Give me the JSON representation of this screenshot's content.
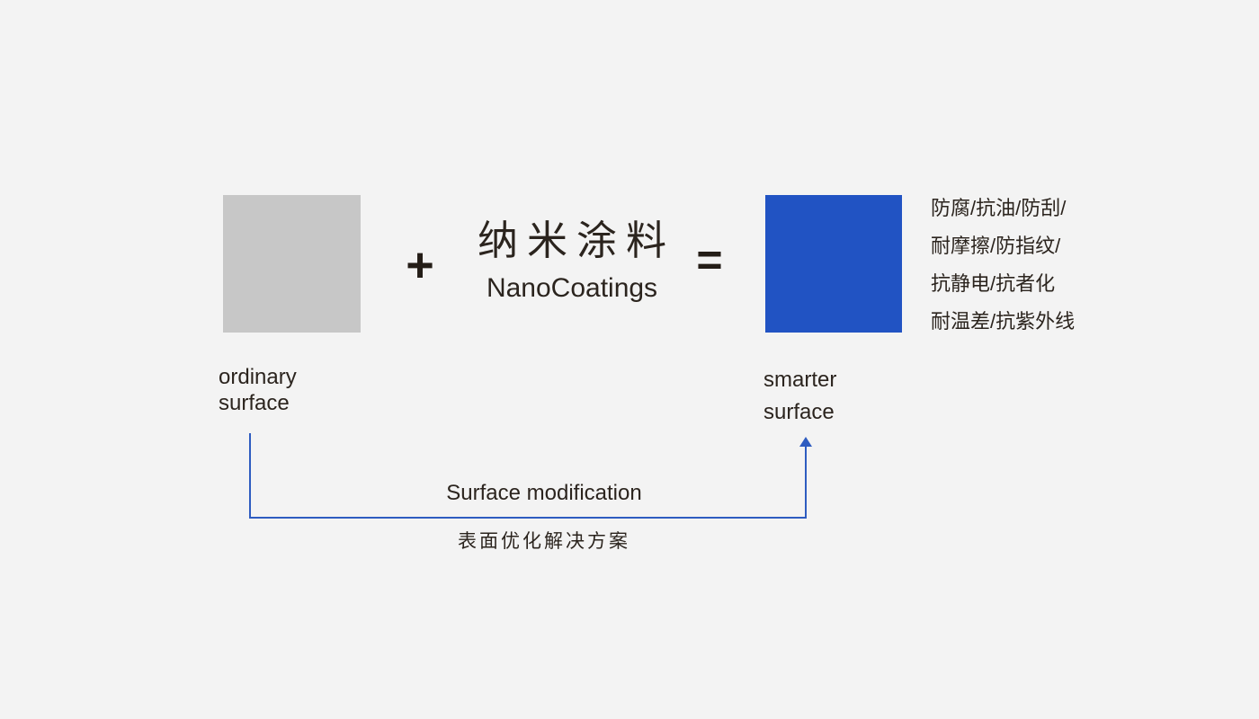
{
  "colors": {
    "background": "#f3f3f3",
    "ordinary_square": "#c7c7c7",
    "smarter_square": "#2153c3",
    "arrow_line": "#2e5cc0",
    "text": "#2b241e"
  },
  "equation": {
    "plus_sign": "+",
    "equals_sign": "=",
    "coating_name_zh": "纳米涂料",
    "coating_name_en": "NanoCoatings"
  },
  "labels": {
    "ordinary_line1": "ordinary",
    "ordinary_line2": "surface",
    "smarter_line1": "smarter",
    "smarter_line2": "surface"
  },
  "features": [
    "防腐/抗油/防刮/",
    "耐摩擦/防指纹/",
    "抗静电/抗者化",
    "耐温差/抗紫外线"
  ],
  "modification": {
    "label_en": "Surface modification",
    "label_zh": "表面优化解决方案"
  }
}
